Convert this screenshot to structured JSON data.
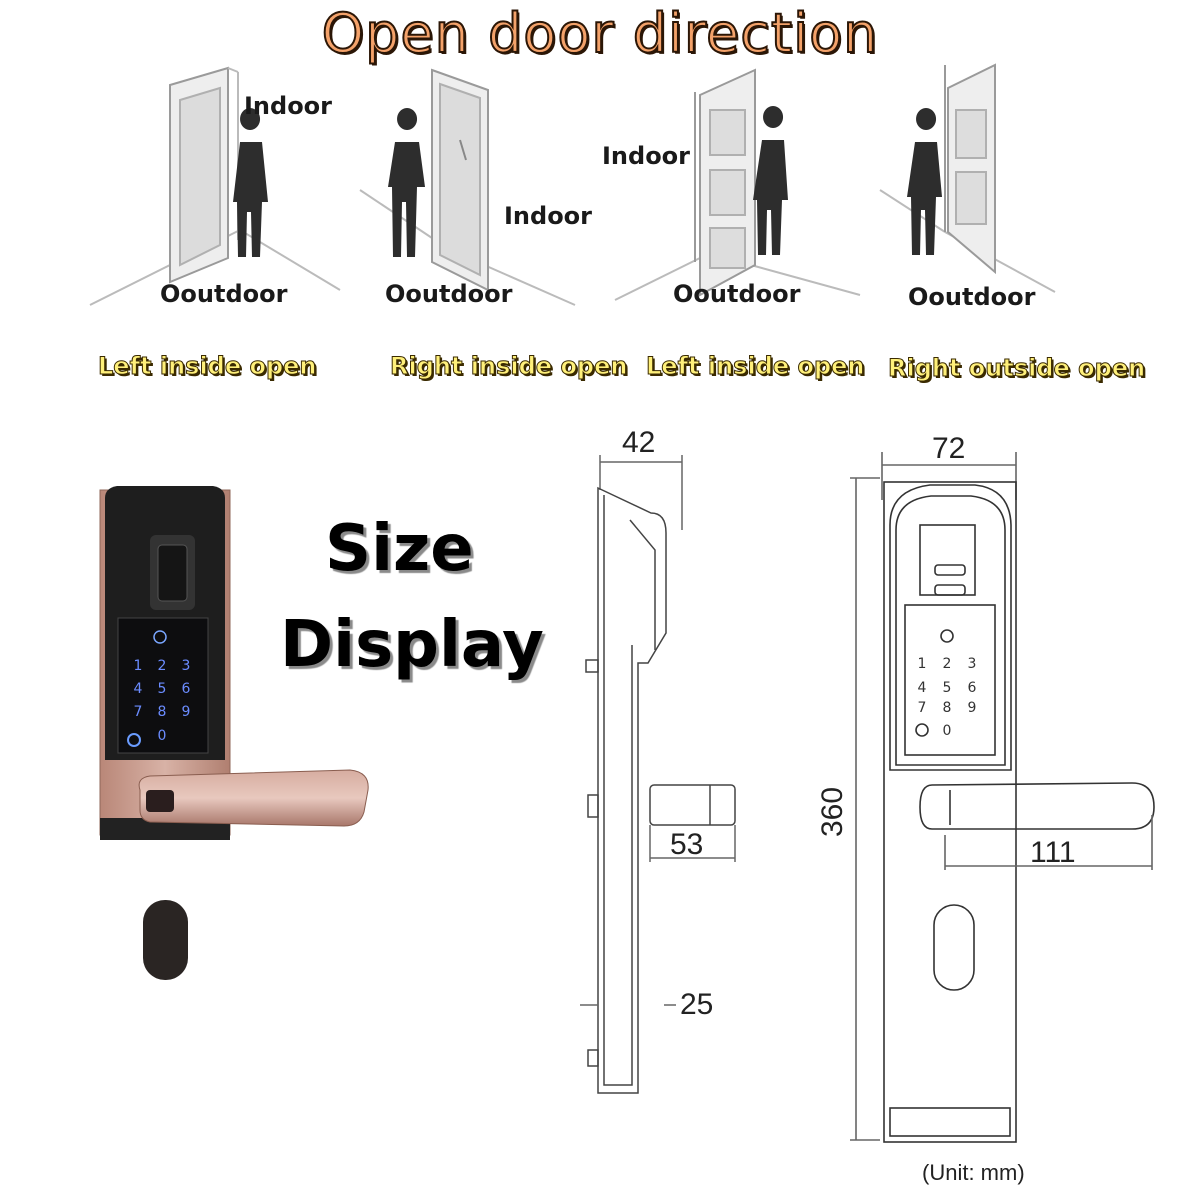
{
  "title": "Open door direction",
  "scenes": [
    {
      "indoor": "Indoor",
      "outdoor": "Ooutdoor",
      "caption": "Left inside open"
    },
    {
      "indoor": "Indoor",
      "outdoor": "Ooutdoor",
      "caption": "Right inside open"
    },
    {
      "indoor": "Indoor",
      "outdoor": "Ooutdoor",
      "caption": "Left inside open"
    },
    {
      "outdoor": "Ooutdoor",
      "caption": "Right outside open"
    }
  ],
  "size_display": {
    "line1": "Size",
    "line2": "Display"
  },
  "keypad_digits": [
    "1",
    "2",
    "3",
    "4",
    "5",
    "6",
    "7",
    "8",
    "9",
    "0"
  ],
  "dimensions": {
    "side_depth": "42",
    "front_width": "72",
    "height": "360",
    "side_handle": "53",
    "front_handle": "111",
    "side_spindle": "25"
  },
  "unit_label": "(Unit:  mm)",
  "colors": {
    "title_fill": "#f4a26a",
    "caption_fill": "#fff07a",
    "lock_rose": "#c79a8c"
  }
}
